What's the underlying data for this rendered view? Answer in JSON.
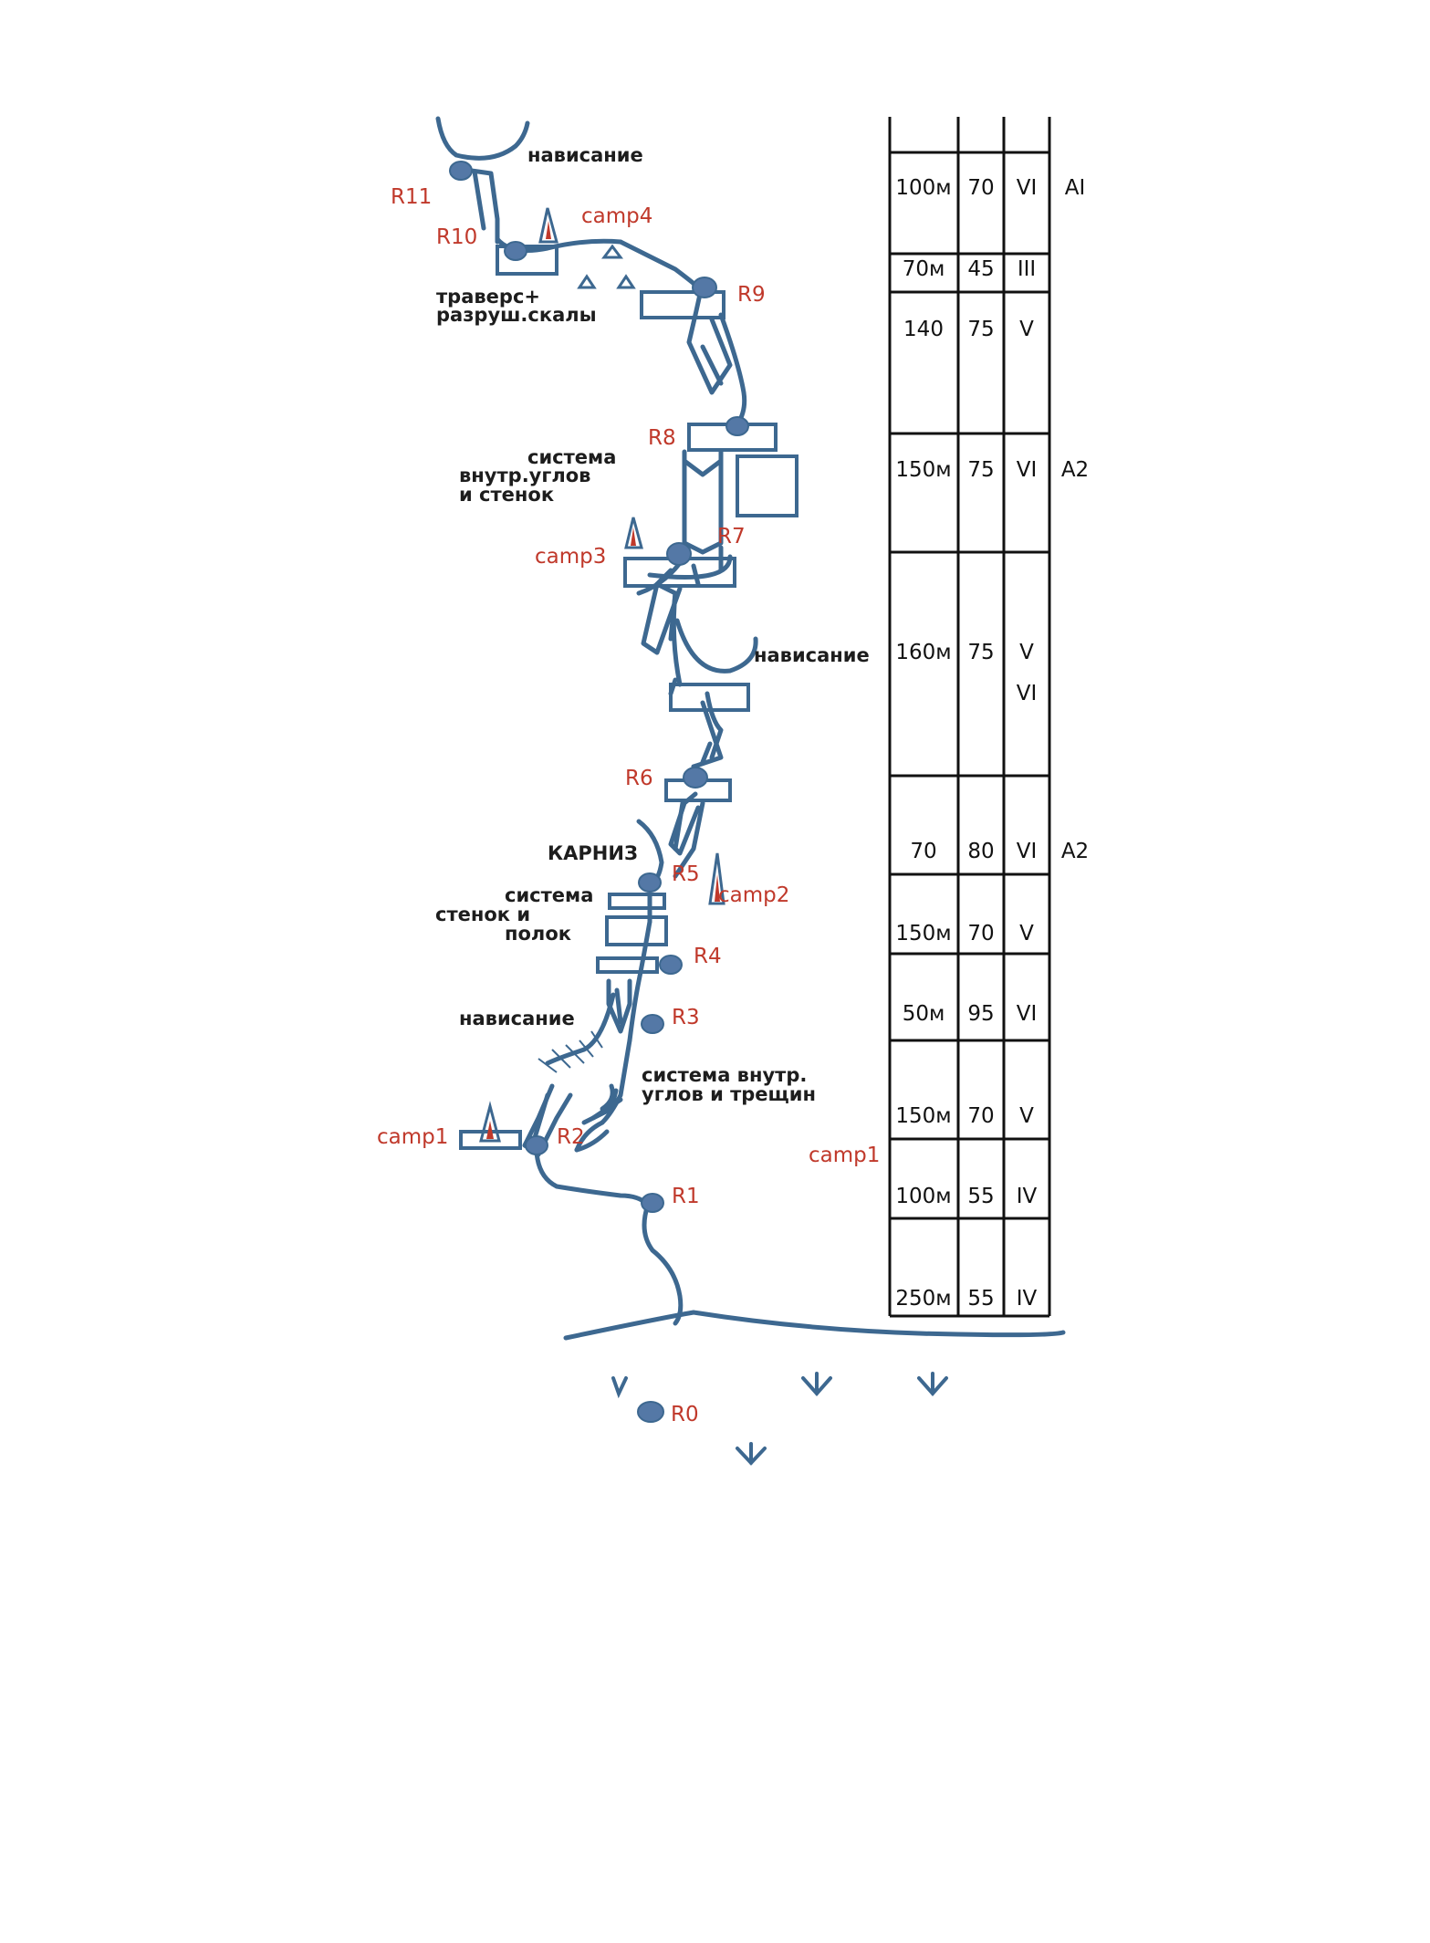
{
  "labels": {
    "overhang_top": "нависание",
    "traverse_line1": "траверс+",
    "traverse_line2": "разруш.скалы",
    "system_line1": "система",
    "system_line2": "внутр.углов",
    "system_line3": "и     стенок",
    "overhang_mid": "нависание",
    "cornice": "КАРНИЗ",
    "walls_line1": "система",
    "walls_line2": "стенок и",
    "walls_line3": "полок",
    "overhang_low": "нависание",
    "corners_line1": "система внутр.",
    "corners_line2": "углов и трещин"
  },
  "points": {
    "R0": "R0",
    "R1": "R1",
    "R2": "R2",
    "R3": "R3",
    "R4": "R4",
    "R5": "R5",
    "R6": "R6",
    "R7": "R7",
    "R8": "R8",
    "R9": "R9",
    "R10": "R10",
    "R11": "R11"
  },
  "camps": {
    "camp1_left": "camp1",
    "camp1_right": "camp1",
    "camp2": "camp2",
    "camp3": "camp3",
    "camp4": "camp4"
  },
  "table": {
    "rows": [
      {
        "length": "100м",
        "angle": "70",
        "grade": "VI",
        "grade2": "",
        "aid": "AI"
      },
      {
        "length": "70м",
        "angle": "45",
        "grade": "III",
        "grade2": "",
        "aid": ""
      },
      {
        "length": "140",
        "angle": "75",
        "grade": "V",
        "grade2": "",
        "aid": ""
      },
      {
        "length": "150м",
        "angle": "75",
        "grade": "VI",
        "grade2": "",
        "aid": "A2"
      },
      {
        "length": "160м",
        "angle": "75",
        "grade": "V",
        "grade2": "VI",
        "aid": ""
      },
      {
        "length": "70",
        "angle": "80",
        "grade": "VI",
        "grade2": "",
        "aid": "A2"
      },
      {
        "length": "150м",
        "angle": "70",
        "grade": "V",
        "grade2": "",
        "aid": ""
      },
      {
        "length": "50м",
        "angle": "95",
        "grade": "VI",
        "grade2": "",
        "aid": ""
      },
      {
        "length": "150м",
        "angle": "70",
        "grade": "V",
        "grade2": "",
        "aid": ""
      },
      {
        "length": "100м",
        "angle": "55",
        "grade": "IV",
        "grade2": "",
        "aid": ""
      },
      {
        "length": "250м",
        "angle": "55",
        "grade": "IV",
        "grade2": "",
        "aid": ""
      }
    ]
  },
  "colors": {
    "route": "#3d6890",
    "station": "#5478a6",
    "red_text": "#c0392b",
    "tent": "#c0392b"
  }
}
